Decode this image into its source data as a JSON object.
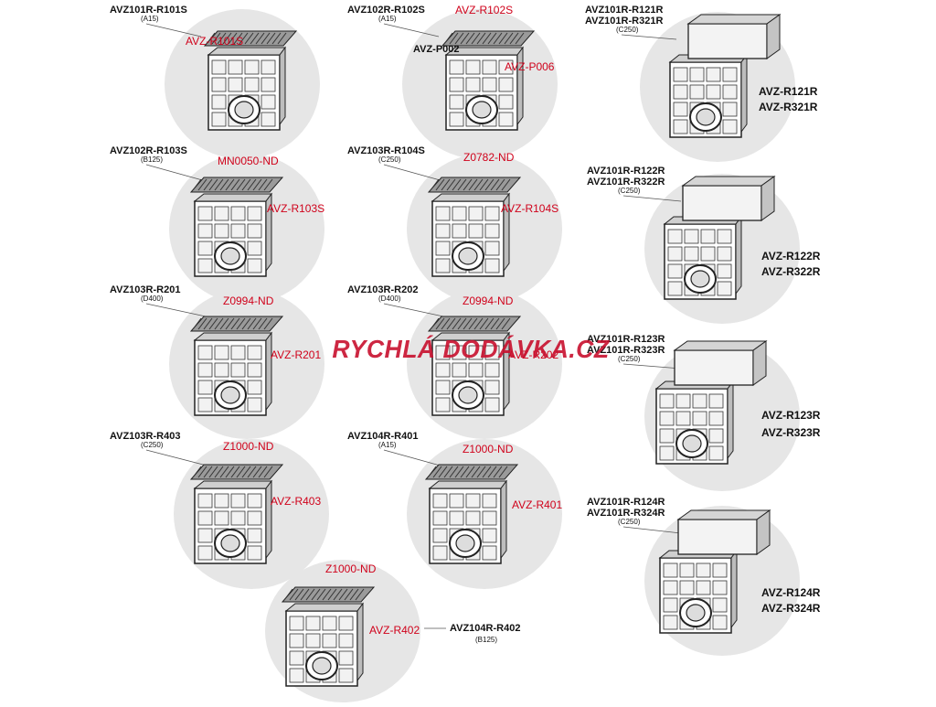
{
  "colors": {
    "disc": "#e6e6e6",
    "callout": "#d0021b",
    "text": "#111111",
    "line": "#555555"
  },
  "watermark": "RYCHLÁ DODÁVKA.CZ",
  "items": [
    {
      "id": "r101s",
      "titles": [
        "AVZ101R-R101S"
      ],
      "class": "(A15)",
      "parts": [
        "AVZ-R101S"
      ],
      "kind": "grate"
    },
    {
      "id": "r102s",
      "titles": [
        "AVZ102R-R102S"
      ],
      "class": "(A15)",
      "parts": [
        "AVZ-R102S",
        "AVZ-P006"
      ],
      "black_parts": [
        "AVZ-P002"
      ],
      "kind": "grate-hooks"
    },
    {
      "id": "r121r",
      "titles": [
        "AVZ101R-R121R",
        "AVZ101R-R321R"
      ],
      "class": "(C250)",
      "parts": [
        "AVZ-R121R",
        "AVZ-R321R"
      ],
      "kind": "frame"
    },
    {
      "id": "r103s",
      "titles": [
        "AVZ102R-R103S"
      ],
      "class": "(B125)",
      "parts": [
        "MN0050-ND",
        "AVZ-R103S"
      ],
      "kind": "grate-screws"
    },
    {
      "id": "r104s",
      "titles": [
        "AVZ103R-R104S"
      ],
      "class": "(C250)",
      "parts": [
        "Z0782-ND",
        "AVZ-R104S"
      ],
      "kind": "grate-screws"
    },
    {
      "id": "r122r",
      "titles": [
        "AVZ101R-R122R",
        "AVZ101R-R322R"
      ],
      "class": "(C250)",
      "parts": [
        "AVZ-R122R",
        "AVZ-R322R"
      ],
      "kind": "frame-tall"
    },
    {
      "id": "r201",
      "titles": [
        "AVZ103R-R201"
      ],
      "class": "(D400)",
      "parts": [
        "Z0994-ND",
        "AVZ-R201"
      ],
      "kind": "grate-ring"
    },
    {
      "id": "r202",
      "titles": [
        "AVZ103R-R202"
      ],
      "class": "(D400)",
      "parts": [
        "Z0994-ND",
        "AVZ-R202"
      ],
      "kind": "grate-ring"
    },
    {
      "id": "r123r",
      "titles": [
        "AVZ101R-R123R",
        "AVZ101R-R323R"
      ],
      "class": "(C250)",
      "parts": [
        "AVZ-R123R",
        "AVZ-R323R"
      ],
      "kind": "frame-flat"
    },
    {
      "id": "r403",
      "titles": [
        "AVZ103R-R403"
      ],
      "class": "(C250)",
      "parts": [
        "Z1000-ND",
        "AVZ-R403"
      ],
      "kind": "grate-ring"
    },
    {
      "id": "r401",
      "titles": [
        "AVZ104R-R401"
      ],
      "class": "(A15)",
      "parts": [
        "Z1000-ND",
        "AVZ-R401"
      ],
      "kind": "grate-ring"
    },
    {
      "id": "r124r",
      "titles": [
        "AVZ101R-R124R",
        "AVZ101R-R324R"
      ],
      "class": "(C250)",
      "parts": [
        "AVZ-R124R",
        "AVZ-R324R"
      ],
      "kind": "frame"
    },
    {
      "id": "r402",
      "titles": [
        "AVZ104R-R402"
      ],
      "class": "(B125)",
      "parts": [
        "Z1000-ND",
        "AVZ-R402"
      ],
      "kind": "grate-ring"
    }
  ]
}
